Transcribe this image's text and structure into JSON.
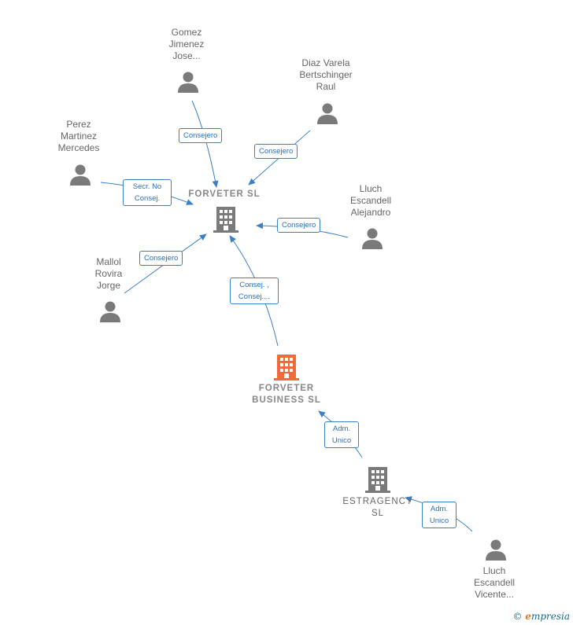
{
  "colors": {
    "edge": "#3a80c8",
    "person": "#7a7a7a",
    "company": "#7a7a7a",
    "highlight": "#f26a3a"
  },
  "nodes": {
    "gomez": {
      "lines": [
        "Gomez",
        "Jimenez",
        "Jose..."
      ]
    },
    "diaz": {
      "lines": [
        "Diaz Varela",
        "Bertschinger",
        "Raul"
      ]
    },
    "perez": {
      "lines": [
        "Perez",
        "Martinez",
        "Mercedes"
      ]
    },
    "lluch_a": {
      "lines": [
        "Lluch",
        "Escandell",
        "Alejandro"
      ]
    },
    "mallol": {
      "lines": [
        "Mallol",
        "Rovira",
        "Jorge"
      ]
    },
    "forveter": {
      "lines": [
        "FORVETER SL"
      ]
    },
    "forveter_business": {
      "lines": [
        "FORVETER",
        "BUSINESS SL"
      ]
    },
    "estragency": {
      "lines": [
        "ESTRAGENCY",
        "SL"
      ]
    },
    "lluch_v": {
      "lines": [
        "Lluch",
        "Escandell",
        "Vicente..."
      ]
    }
  },
  "edges": {
    "gomez": {
      "lines": [
        "Consejero"
      ]
    },
    "diaz": {
      "lines": [
        "Consejero"
      ]
    },
    "perez": {
      "lines": [
        "Secr. No",
        "Consej."
      ]
    },
    "lluch_a": {
      "lines": [
        "Consejero"
      ]
    },
    "mallol": {
      "lines": [
        "Consejero"
      ]
    },
    "business": {
      "lines": [
        "Consej. ,",
        "Consej...."
      ]
    },
    "estragency": {
      "lines": [
        "Adm.",
        "Unico"
      ]
    },
    "lluch_v": {
      "lines": [
        "Adm.",
        "Unico"
      ]
    }
  },
  "watermark": {
    "copyright": "©",
    "brand_initial": "e",
    "brand_rest": "mpresia"
  }
}
